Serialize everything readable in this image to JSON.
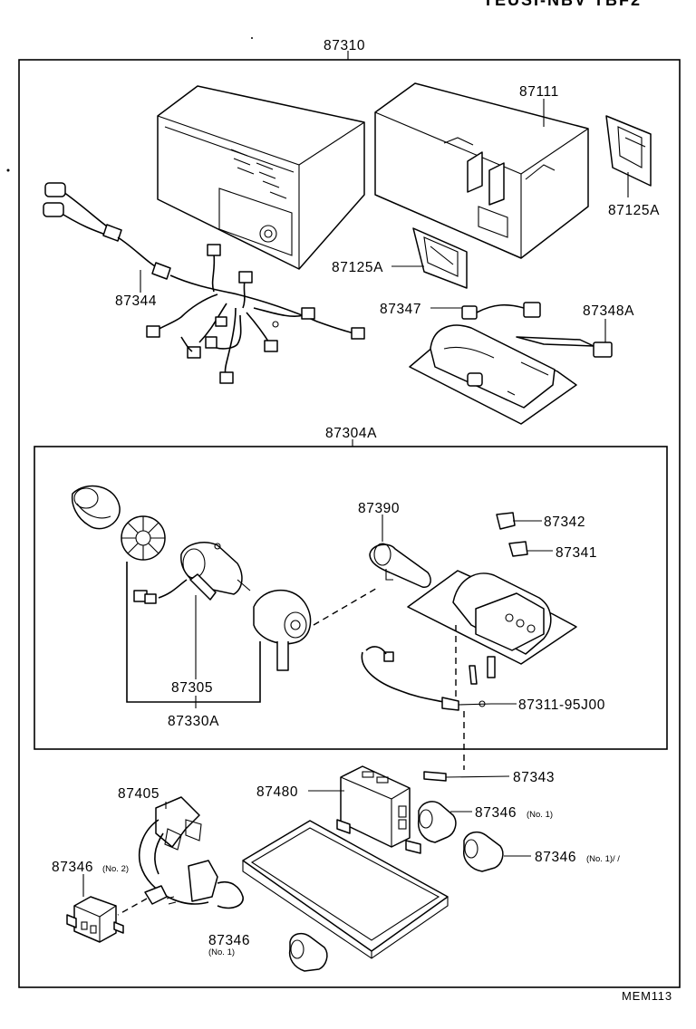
{
  "header": {
    "corner_text": "TEUSI-NBV TBF2"
  },
  "labels": {
    "assembly": "87310",
    "housing": "87111",
    "bracket_right": "87125A",
    "bracket_left": "87125A",
    "wire_harness": "87344",
    "connector_a": "87347",
    "connector_b": "87348A",
    "sub_assembly": "87304A",
    "igniter": "87390",
    "clip_a": "87342",
    "clip_b": "87341",
    "motor": "87305",
    "motor_set": "87330A",
    "glow_plug": "87311-95J00",
    "sensor": "87343",
    "controller": "87480",
    "relay_harness": "87405",
    "relay_no2": "87346",
    "relay_no1_a": "87346",
    "relay_no1_b": "87346",
    "relay_no1_c": "87346"
  },
  "qualifiers": {
    "no2": "(No. 2)",
    "no1": "(No. 1)",
    "no1_b": "(No. 1)/ /",
    "no1_c": "(No. 1)"
  },
  "footer": {
    "reference": "MEM113"
  }
}
